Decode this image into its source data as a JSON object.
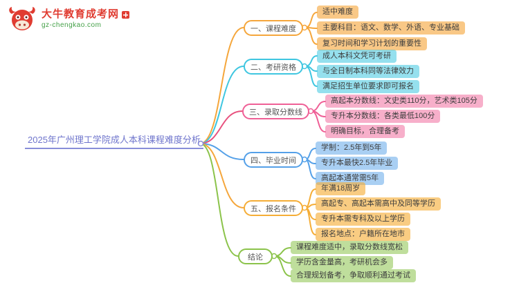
{
  "logo": {
    "site_name": "大牛教育成考网",
    "site_domain": "gz-chengkao.com",
    "icon": "bull-icon"
  },
  "center": {
    "title": "2025年广州理工学院成人本科课程难度分析"
  },
  "branches": [
    {
      "label": "一、课程难度",
      "color": "#f5a63b",
      "leaves": [
        "适中难度",
        "主要科目：语文、数学、外语、专业基础",
        "复习时间和学习计划的重要性"
      ]
    },
    {
      "label": "二、考研资格",
      "color": "#3ec6e0",
      "leaves": [
        "成人本科文凭可考研",
        "与全日制本科同等法律效力",
        "满足招生单位要求即可报名"
      ]
    },
    {
      "label": "三、录取分数线",
      "color": "#ef5f96",
      "leaves": [
        "高起本分数线：文史类110分，艺术类105分",
        "专升本分数线：各类最低100分",
        "明确目标，合理备考"
      ]
    },
    {
      "label": "四、毕业时间",
      "color": "#54a0e8",
      "leaves": [
        "学制：2.5年到5年",
        "专升本最快2.5年毕业",
        "高起本通常需5年"
      ]
    },
    {
      "label": "五、报名条件",
      "color": "#f5ad36",
      "leaves": [
        "年满18周岁",
        "高起专、高起本需高中及同等学历",
        "专升本需专科及以上学历",
        "报名地点：户籍所在地市"
      ]
    },
    {
      "label": "结论",
      "color": "#8bc34a",
      "leaves": [
        "课程难度适中，录取分数线宽松",
        "学历含金量高，考研机会多",
        "合理规划备考，争取顺利通过考试"
      ]
    }
  ],
  "colors": {
    "brand_red": "#e03c31",
    "domain_green": "#43a047",
    "center_purple": "#6e74cc",
    "branch_orange": "#f5a63b",
    "branch_cyan": "#3ec6e0",
    "branch_pink": "#ef5f96",
    "branch_blue": "#54a0e8",
    "branch_amber": "#f5ad36",
    "branch_green": "#8bc34a"
  }
}
